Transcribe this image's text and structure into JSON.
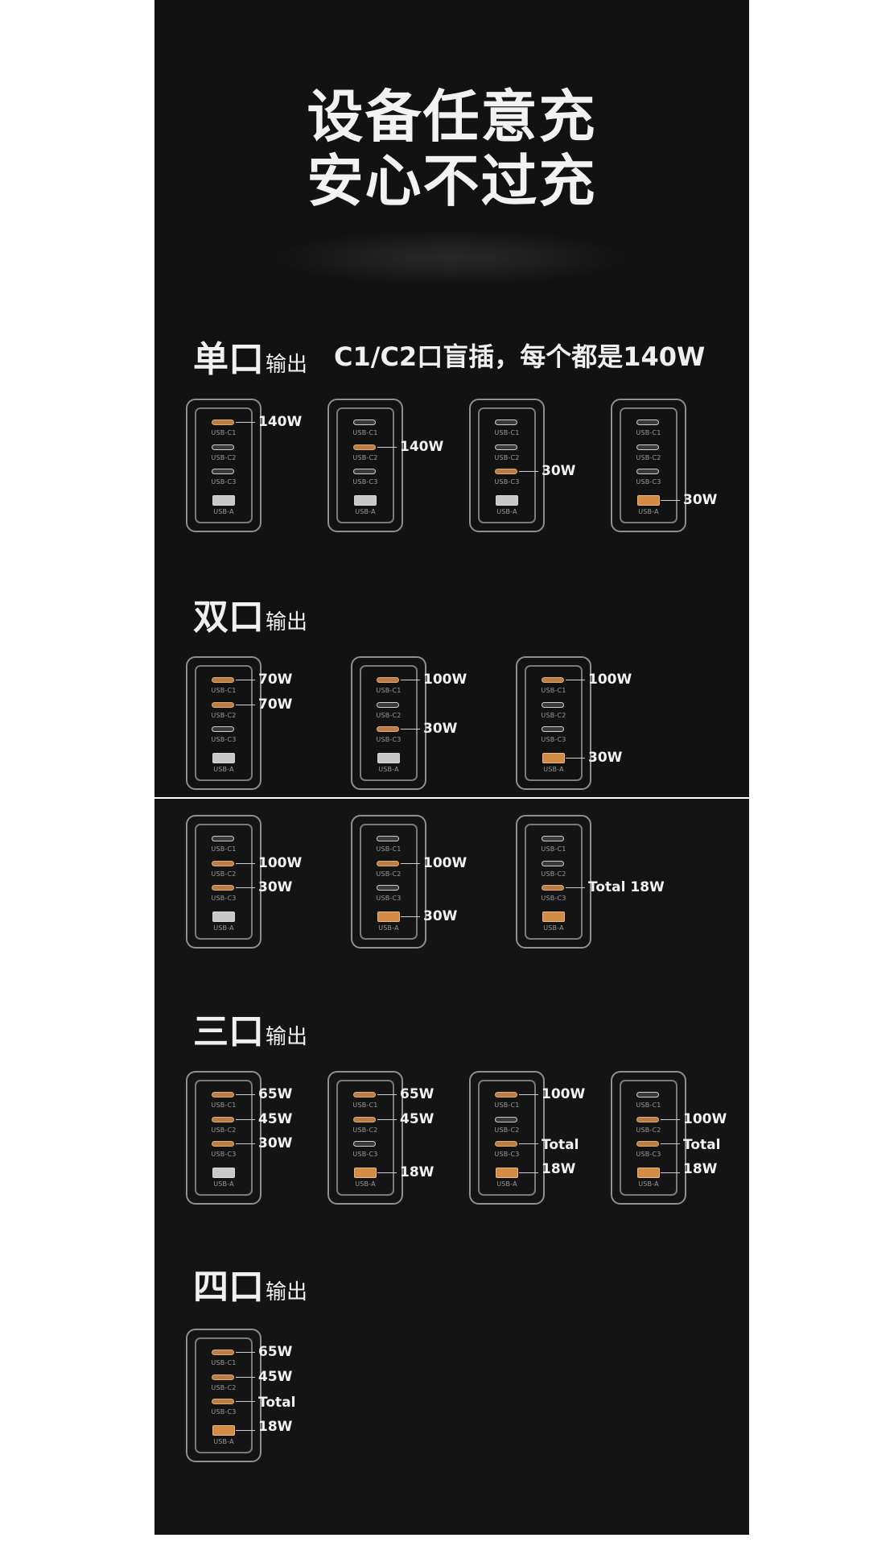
{
  "hero": {
    "line1": "设备任意充",
    "line2": "安心不过充"
  },
  "ports": {
    "c1": "USB-C1",
    "c2": "USB-C2",
    "c3": "USB-C3",
    "a": "USB-A"
  },
  "colors": {
    "background": "#121212",
    "active_port": "#d28a47",
    "idle_port": "#c8c8c8",
    "text": "#f2f2f2"
  },
  "sections": [
    {
      "title": "单口",
      "suffix": "输出",
      "note": "C1/C2口盲插，每个都是140W",
      "chargers": [
        {
          "active": [
            "c1"
          ],
          "labels": [
            {
              "port": "c1",
              "text": "140W"
            }
          ]
        },
        {
          "active": [
            "c2"
          ],
          "labels": [
            {
              "port": "c2",
              "text": "140W"
            }
          ]
        },
        {
          "active": [
            "c3"
          ],
          "labels": [
            {
              "port": "c3",
              "text": "30W"
            }
          ]
        },
        {
          "active": [
            "a"
          ],
          "labels": [
            {
              "port": "a",
              "text": "30W"
            }
          ]
        }
      ]
    },
    {
      "title": "双口",
      "suffix": "输出",
      "note": "",
      "chargers": [
        {
          "active": [
            "c1",
            "c2"
          ],
          "labels": [
            {
              "port": "c1",
              "text": "70W"
            },
            {
              "port": "c2",
              "text": "70W"
            }
          ]
        },
        {
          "active": [
            "c1",
            "c3"
          ],
          "labels": [
            {
              "port": "c1",
              "text": "100W"
            },
            {
              "port": "c3",
              "text": "30W"
            }
          ]
        },
        {
          "active": [
            "c1",
            "a"
          ],
          "labels": [
            {
              "port": "c1",
              "text": "100W"
            },
            {
              "port": "a",
              "text": "30W"
            }
          ]
        },
        {
          "active": [
            "c2",
            "c3"
          ],
          "labels": [
            {
              "port": "c2",
              "text": "100W"
            },
            {
              "port": "c3",
              "text": "30W"
            }
          ]
        },
        {
          "active": [
            "c2",
            "a"
          ],
          "labels": [
            {
              "port": "c2",
              "text": "100W"
            },
            {
              "port": "a",
              "text": "30W"
            }
          ]
        },
        {
          "active": [
            "c3",
            "a"
          ],
          "labels": [
            {
              "port": "c3",
              "text": "Total 18W"
            }
          ]
        }
      ]
    },
    {
      "title": "三口",
      "suffix": "输出",
      "note": "",
      "chargers": [
        {
          "active": [
            "c1",
            "c2",
            "c3"
          ],
          "labels": [
            {
              "port": "c1",
              "text": "65W"
            },
            {
              "port": "c2",
              "text": "45W"
            },
            {
              "port": "c3",
              "text": "30W"
            }
          ]
        },
        {
          "active": [
            "c1",
            "c2",
            "a"
          ],
          "labels": [
            {
              "port": "c1",
              "text": "65W"
            },
            {
              "port": "c2",
              "text": "45W"
            },
            {
              "port": "a",
              "text": "18W"
            }
          ]
        },
        {
          "active": [
            "c1",
            "c3",
            "a"
          ],
          "labels": [
            {
              "port": "c1",
              "text": "100W"
            },
            {
              "port": "c3",
              "text": "Total"
            },
            {
              "port": "a",
              "text": "18W"
            }
          ]
        },
        {
          "active": [
            "c2",
            "c3",
            "a"
          ],
          "labels": [
            {
              "port": "c2",
              "text": "100W"
            },
            {
              "port": "c3",
              "text": "Total"
            },
            {
              "port": "a",
              "text": "18W"
            }
          ]
        }
      ]
    },
    {
      "title": "四口",
      "suffix": "输出",
      "note": "",
      "chargers": [
        {
          "active": [
            "c1",
            "c2",
            "c3",
            "a"
          ],
          "labels": [
            {
              "port": "c1",
              "text": "65W"
            },
            {
              "port": "c2",
              "text": "45W"
            },
            {
              "port": "c3",
              "text": "Total"
            },
            {
              "port": "a",
              "text": "18W"
            }
          ]
        }
      ]
    }
  ]
}
